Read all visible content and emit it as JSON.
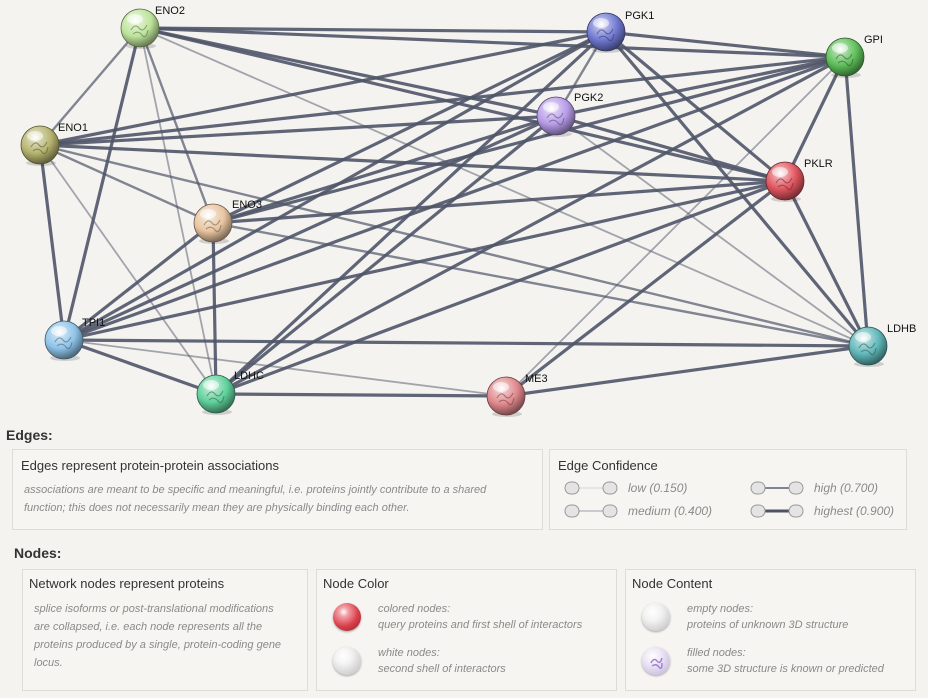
{
  "network": {
    "nodes": [
      {
        "id": "ENO2",
        "label": "ENO2",
        "color": "#bde39a"
      },
      {
        "id": "PGK1",
        "label": "PGK1",
        "color": "#6f78d1"
      },
      {
        "id": "GPI",
        "label": "GPI",
        "color": "#5fbf5a"
      },
      {
        "id": "ENO1",
        "label": "ENO1",
        "color": "#b5b36d"
      },
      {
        "id": "PGK2",
        "label": "PGK2",
        "color": "#b79be8"
      },
      {
        "id": "PKLR",
        "label": "PKLR",
        "color": "#e0545e"
      },
      {
        "id": "ENO3",
        "label": "ENO3",
        "color": "#e8c4a0"
      },
      {
        "id": "TPI1",
        "label": "TPI1",
        "color": "#8ec3e8"
      },
      {
        "id": "LDHB",
        "label": "LDHB",
        "color": "#5fb6b8"
      },
      {
        "id": "LDHC",
        "label": "LDHC",
        "color": "#5fd09a"
      },
      {
        "id": "ME3",
        "label": "ME3",
        "color": "#e0888c"
      }
    ],
    "edges": [
      {
        "a": "ENO2",
        "b": "PGK1",
        "confidence": 0.9
      },
      {
        "a": "ENO2",
        "b": "GPI",
        "confidence": 0.9
      },
      {
        "a": "ENO2",
        "b": "PGK2",
        "confidence": 0.9
      },
      {
        "a": "ENO2",
        "b": "PKLR",
        "confidence": 0.9
      },
      {
        "a": "ENO2",
        "b": "ENO1",
        "confidence": 0.7
      },
      {
        "a": "ENO2",
        "b": "ENO3",
        "confidence": 0.7
      },
      {
        "a": "ENO2",
        "b": "TPI1",
        "confidence": 0.9
      },
      {
        "a": "ENO2",
        "b": "LDHC",
        "confidence": 0.4
      },
      {
        "a": "ENO2",
        "b": "LDHB",
        "confidence": 0.4
      },
      {
        "a": "PGK1",
        "b": "GPI",
        "confidence": 0.9
      },
      {
        "a": "PGK1",
        "b": "PGK2",
        "confidence": 0.7
      },
      {
        "a": "PGK1",
        "b": "PKLR",
        "confidence": 0.9
      },
      {
        "a": "PGK1",
        "b": "ENO1",
        "confidence": 0.9
      },
      {
        "a": "PGK1",
        "b": "ENO3",
        "confidence": 0.9
      },
      {
        "a": "PGK1",
        "b": "TPI1",
        "confidence": 0.9
      },
      {
        "a": "PGK1",
        "b": "LDHB",
        "confidence": 0.9
      },
      {
        "a": "PGK1",
        "b": "LDHC",
        "confidence": 0.9
      },
      {
        "a": "GPI",
        "b": "PGK2",
        "confidence": 0.9
      },
      {
        "a": "GPI",
        "b": "PKLR",
        "confidence": 0.9
      },
      {
        "a": "GPI",
        "b": "ENO1",
        "confidence": 0.9
      },
      {
        "a": "GPI",
        "b": "ENO3",
        "confidence": 0.9
      },
      {
        "a": "GPI",
        "b": "TPI1",
        "confidence": 0.9
      },
      {
        "a": "GPI",
        "b": "LDHB",
        "confidence": 0.9
      },
      {
        "a": "GPI",
        "b": "LDHC",
        "confidence": 0.9
      },
      {
        "a": "GPI",
        "b": "ME3",
        "confidence": 0.4
      },
      {
        "a": "ENO1",
        "b": "PGK2",
        "confidence": 0.9
      },
      {
        "a": "ENO1",
        "b": "PKLR",
        "confidence": 0.9
      },
      {
        "a": "ENO1",
        "b": "ENO3",
        "confidence": 0.7
      },
      {
        "a": "ENO1",
        "b": "TPI1",
        "confidence": 0.9
      },
      {
        "a": "ENO1",
        "b": "LDHB",
        "confidence": 0.7
      },
      {
        "a": "ENO1",
        "b": "LDHC",
        "confidence": 0.4
      },
      {
        "a": "PGK2",
        "b": "PKLR",
        "confidence": 0.9
      },
      {
        "a": "PGK2",
        "b": "ENO3",
        "confidence": 0.9
      },
      {
        "a": "PGK2",
        "b": "TPI1",
        "confidence": 0.9
      },
      {
        "a": "PGK2",
        "b": "LDHB",
        "confidence": 0.4
      },
      {
        "a": "PGK2",
        "b": "LDHC",
        "confidence": 0.9
      },
      {
        "a": "PKLR",
        "b": "ENO3",
        "confidence": 0.9
      },
      {
        "a": "PKLR",
        "b": "TPI1",
        "confidence": 0.9
      },
      {
        "a": "PKLR",
        "b": "LDHB",
        "confidence": 0.9
      },
      {
        "a": "PKLR",
        "b": "LDHC",
        "confidence": 0.9
      },
      {
        "a": "PKLR",
        "b": "ME3",
        "confidence": 0.9
      },
      {
        "a": "ENO3",
        "b": "TPI1",
        "confidence": 0.9
      },
      {
        "a": "ENO3",
        "b": "LDHB",
        "confidence": 0.7
      },
      {
        "a": "ENO3",
        "b": "LDHC",
        "confidence": 0.9
      },
      {
        "a": "TPI1",
        "b": "LDHB",
        "confidence": 0.9
      },
      {
        "a": "TPI1",
        "b": "LDHC",
        "confidence": 0.9
      },
      {
        "a": "TPI1",
        "b": "ME3",
        "confidence": 0.4
      },
      {
        "a": "LDHC",
        "b": "ME3",
        "confidence": 0.9
      },
      {
        "a": "ME3",
        "b": "LDHB",
        "confidence": 0.9
      }
    ]
  },
  "edges_section": {
    "title": "Edges:",
    "assoc_box": {
      "title": "Edges represent protein-protein associations",
      "desc_line1": "associations are meant to be specific and meaningful, i.e. proteins jointly contribute to a shared",
      "desc_line2": "function; this does not necessarily mean they are physically binding each other."
    },
    "confidence_box": {
      "title": "Edge Confidence",
      "items": [
        {
          "label": "low (0.150)",
          "level": 0.15
        },
        {
          "label": "medium (0.400)",
          "level": 0.4
        },
        {
          "label": "high (0.700)",
          "level": 0.7
        },
        {
          "label": "highest (0.900)",
          "level": 0.9
        }
      ]
    }
  },
  "nodes_section": {
    "title": "Nodes:",
    "represent_box": {
      "title": "Network nodes represent proteins",
      "lines": [
        "splice isoforms or post-translational modifications",
        "are collapsed, i.e. each node represents all the",
        "proteins produced by a single, protein-coding gene",
        "locus."
      ]
    },
    "color_box": {
      "title": "Node Color",
      "colored_title": "colored nodes:",
      "colored_desc": "query proteins and first shell of interactors",
      "white_title": "white nodes:",
      "white_desc": "second shell of interactors",
      "colored_swatch": "#d9404c"
    },
    "content_box": {
      "title": "Node Content",
      "empty_title": "empty nodes:",
      "empty_desc": "proteins of unknown 3D structure",
      "filled_title": "filled nodes:",
      "filled_desc": "some 3D structure is known or predicted"
    }
  }
}
